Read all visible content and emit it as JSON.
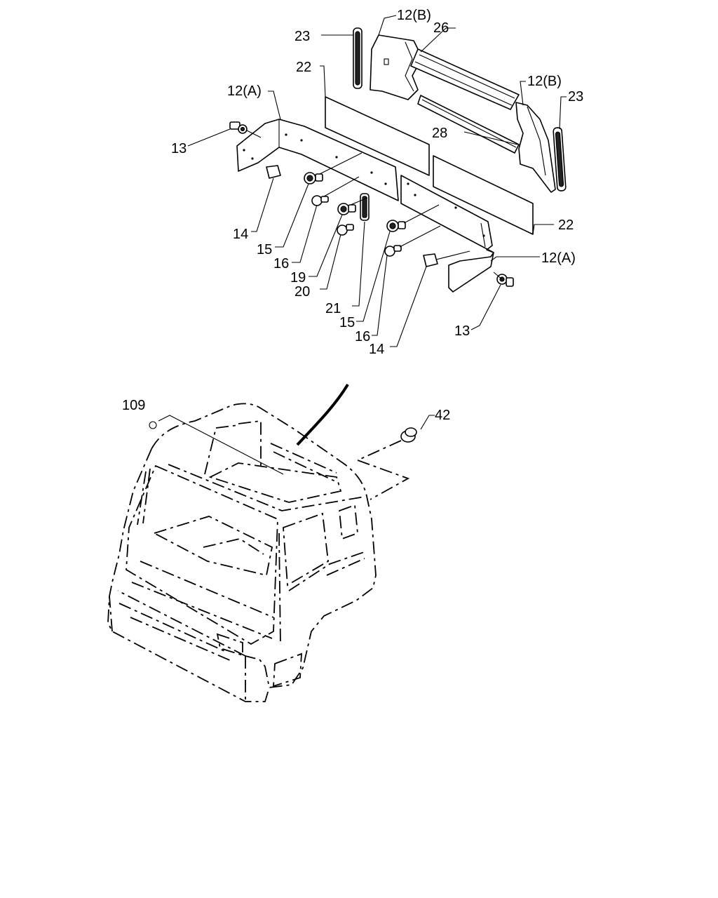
{
  "callouts": [
    {
      "id": "c-23a",
      "text": "23"
    },
    {
      "id": "c-12b-a",
      "text": "12(B)"
    },
    {
      "id": "c-26",
      "text": "26"
    },
    {
      "id": "c-22a",
      "text": "22"
    },
    {
      "id": "c-12a-a",
      "text": "12(A)"
    },
    {
      "id": "c-12b-b",
      "text": "12(B)"
    },
    {
      "id": "c-23b",
      "text": "23"
    },
    {
      "id": "c-13a",
      "text": "13"
    },
    {
      "id": "c-28",
      "text": "28"
    },
    {
      "id": "c-22b",
      "text": "22"
    },
    {
      "id": "c-14a",
      "text": "14"
    },
    {
      "id": "c-15a",
      "text": "15"
    },
    {
      "id": "c-16a",
      "text": "16"
    },
    {
      "id": "c-19",
      "text": "19"
    },
    {
      "id": "c-20",
      "text": "20"
    },
    {
      "id": "c-21",
      "text": "21"
    },
    {
      "id": "c-15b",
      "text": "15"
    },
    {
      "id": "c-16b",
      "text": "16"
    },
    {
      "id": "c-14b",
      "text": "14"
    },
    {
      "id": "c-12a-b",
      "text": "12(A)"
    },
    {
      "id": "c-13b",
      "text": "13"
    },
    {
      "id": "c-109",
      "text": "109"
    },
    {
      "id": "c-42",
      "text": "42"
    }
  ]
}
